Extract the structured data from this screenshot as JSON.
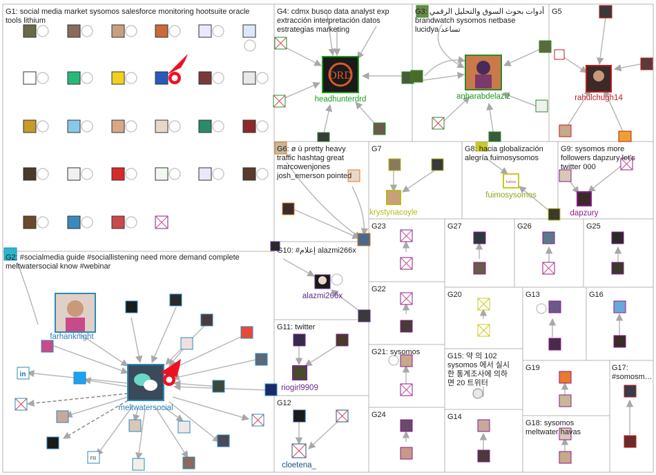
{
  "graph": {
    "groups": [
      {
        "id": "G1",
        "label": "G1: social media market sysomos salesforce monitoring hootsuite oracle tools lithium"
      },
      {
        "id": "G2",
        "label": "G2: #socialmedia guide #sociallistening need more demand complete meltwatersocial know #webinar"
      },
      {
        "id": "G3",
        "label": "G3: أدوات بحوث السوق والتحليل الرقمي brandwatch sysomos netbase lucidya تساعد"
      },
      {
        "id": "G4",
        "label": "G4: cdmx busco data analyst exp extracción interpretación datos estrategias marketing"
      },
      {
        "id": "G5",
        "label": "G5"
      },
      {
        "id": "G6",
        "label": "G6: ø ù pretty heavy traffic hashtag great marcowenjones josh_emerson pointed"
      },
      {
        "id": "G7",
        "label": "G7"
      },
      {
        "id": "G8",
        "label": "G8: hacia globalización alegría fuimosysomos"
      },
      {
        "id": "G9",
        "label": "G9: sysomos more followers dapzury let's twitter 000"
      },
      {
        "id": "G10",
        "label": "G10: #إعلام alazmi266x"
      },
      {
        "id": "G11",
        "label": "G11: twitter"
      },
      {
        "id": "G12",
        "label": "G12"
      },
      {
        "id": "G13",
        "label": "G13"
      },
      {
        "id": "G14",
        "label": "G14"
      },
      {
        "id": "G15",
        "label": "G15: 약 의 102 sysomos 에서 실시 한 통계조사에 의하 면 20 트위터"
      },
      {
        "id": "G16",
        "label": "G16"
      },
      {
        "id": "G17",
        "label": "G17: #somosm…"
      },
      {
        "id": "G18",
        "label": "G18: sysomos meltwater havas"
      },
      {
        "id": "G19",
        "label": "G19"
      },
      {
        "id": "G20",
        "label": "G20"
      },
      {
        "id": "G21",
        "label": "G21: sysomos"
      },
      {
        "id": "G22",
        "label": "G22"
      },
      {
        "id": "G23",
        "label": "G23"
      },
      {
        "id": "G24",
        "label": "G24"
      },
      {
        "id": "G25",
        "label": "G25"
      },
      {
        "id": "G26",
        "label": "G26"
      },
      {
        "id": "G27",
        "label": "G27"
      }
    ],
    "hubs": [
      {
        "id": "headhunterdrd",
        "label": "headhunterdrd",
        "color": "#1a9b1a"
      },
      {
        "id": "anharabdelaziz",
        "label": "anharabdelaziz",
        "color": "#1a9b1a"
      },
      {
        "id": "rahulchugh14",
        "label": "rahulchugh14",
        "color": "#c01a1a"
      },
      {
        "id": "krystynacoyle",
        "label": "krystynacoyle",
        "color": "#b8b820"
      },
      {
        "id": "fuimosysomos",
        "label": "fuimosysomos",
        "color": "#8aa61a"
      },
      {
        "id": "dapzury",
        "label": "dapzury",
        "color": "#8a1a8a"
      },
      {
        "id": "alazmi266x",
        "label": "alazmi266x",
        "color": "#5a2a8a"
      },
      {
        "id": "riogirl9909",
        "label": "riogirl9909",
        "color": "#6a2a8a"
      },
      {
        "id": "cloetena_",
        "label": "cloetena_",
        "color": "#1a4f8a"
      },
      {
        "id": "farhanknight",
        "label": "farhanknight",
        "color": "#2a7fb8"
      },
      {
        "id": "meltwatersocial",
        "label": "meltwatersocial",
        "color": "#2a7fb8"
      }
    ],
    "colors": {
      "edge": "#b8b8b8",
      "box_border": "#b5b5b5",
      "g1_frame": "#1a1a1a",
      "g2_frame": "#2a8ab8",
      "g3_frame": "#2a8a2a",
      "g5_frame": "#c01a1a",
      "g6_frame": "#e07a1a",
      "g8_frame": "#c8c820",
      "g9_frame": "#8a1a8a",
      "g11_frame": "#6a2a8a",
      "pointer": "#ee1122"
    }
  }
}
